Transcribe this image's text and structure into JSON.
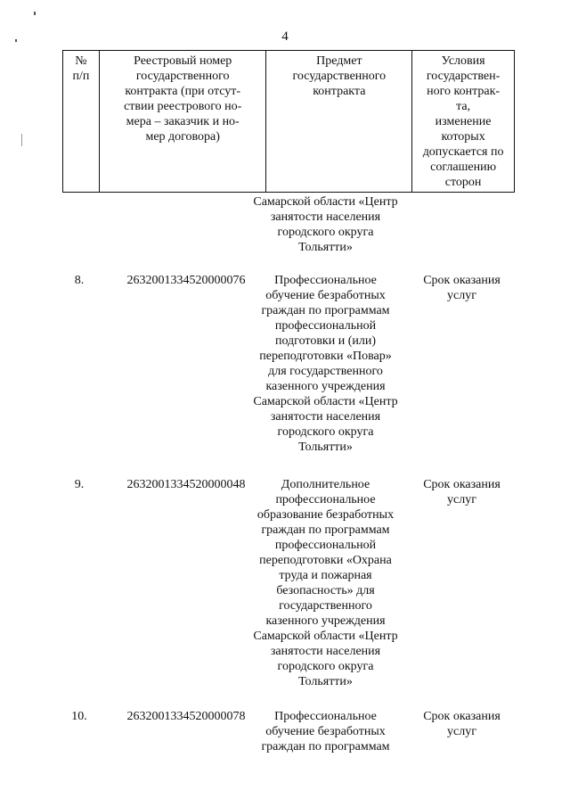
{
  "page_number": "4",
  "header": {
    "num": [
      "№",
      "п/п"
    ],
    "registry": [
      "Реестровый номер",
      "государственного",
      "контракта (при отсут-",
      "ствии реестрового но-",
      "мера – заказчик и но-",
      "мер договора)"
    ],
    "subject": [
      "Предмет",
      "государственного",
      "контракта"
    ],
    "conditions": [
      "Условия",
      "государствен-",
      "ного контрак-",
      "та,",
      "изменение",
      "которых",
      "допускается по",
      "соглашению",
      "сторон"
    ]
  },
  "continuation": {
    "subject": [
      "Самарской области «Центр",
      "занятости населения",
      "городского округа",
      "Тольятти»"
    ]
  },
  "rows": [
    {
      "num": "8.",
      "registry": "2632001334520000076",
      "subject": [
        "Профессиональное",
        "обучение безработных",
        "граждан по программам",
        "профессиональной",
        "подготовки и (или)",
        "переподготовки «Повар»",
        "для государственного",
        "казенного учреждения",
        "Самарской области «Центр",
        "занятости населения",
        "городского округа",
        "Тольятти»"
      ],
      "conditions": [
        "Срок оказания",
        "услуг"
      ]
    },
    {
      "num": "9.",
      "registry": "2632001334520000048",
      "subject": [
        "Дополнительное",
        "профессиональное",
        "образование безработных",
        "граждан по программам",
        "профессиональной",
        "переподготовки «Охрана",
        "труда и пожарная",
        "безопасность» для",
        "государственного",
        "казенного учреждения",
        "Самарской области «Центр",
        "занятости населения",
        "городского округа",
        "Тольятти»"
      ],
      "conditions": [
        "Срок оказания",
        "услуг"
      ]
    },
    {
      "num": "10.",
      "registry": "2632001334520000078",
      "subject": [
        "Профессиональное",
        "обучение безработных",
        "граждан по программам"
      ],
      "conditions": [
        "Срок оказания",
        "услуг"
      ]
    }
  ]
}
